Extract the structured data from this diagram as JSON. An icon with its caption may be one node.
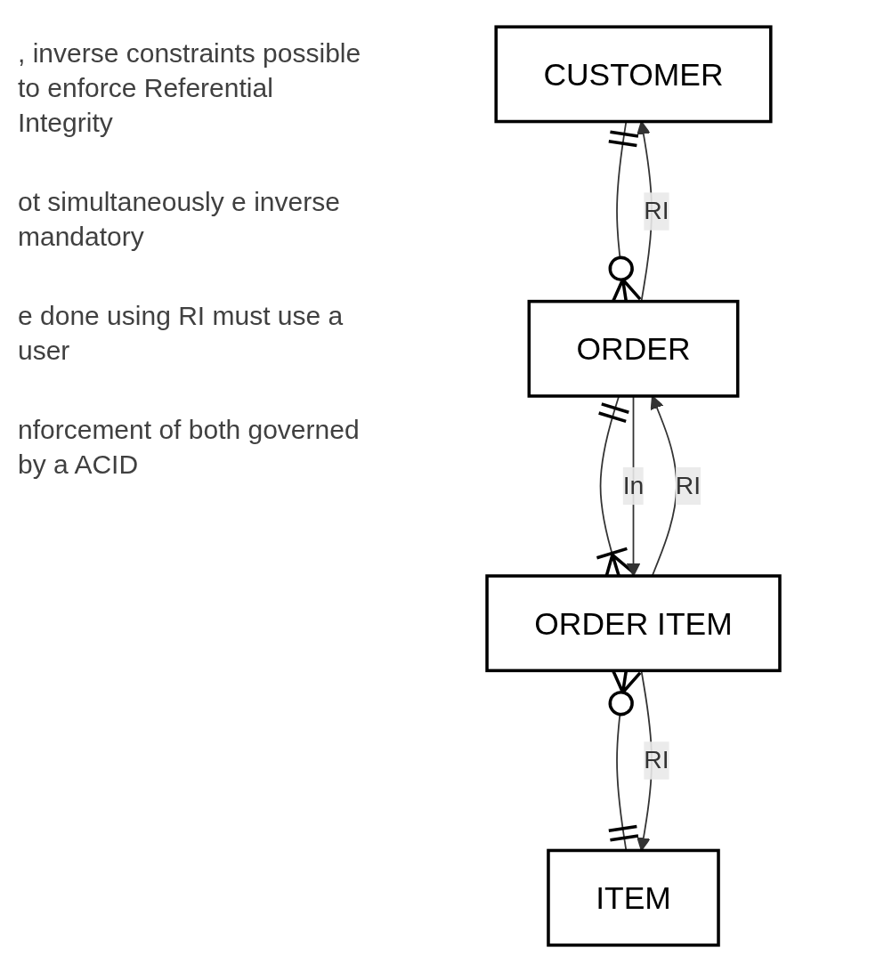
{
  "diagram": {
    "nodes": [
      {
        "text": [
          "CUSTOMER"
        ]
      },
      {
        "text": [
          "ORDER"
        ]
      },
      {
        "text": [
          "ORDER ITEM"
        ]
      },
      {
        "text": [
          "ITEM"
        ]
      }
    ],
    "edges": [
      {
        "from": 0,
        "to": 1,
        "arrow": "other"
      },
      {
        "from": 1,
        "to": 0,
        "arrow": "to",
        "label": "RI"
      },
      {
        "from": 1,
        "to": 2,
        "arrow": "other"
      },
      {
        "from": 2,
        "to": 1,
        "arrow": "to",
        "label": "RI"
      },
      {
        "from": 1,
        "to": 2,
        "arrow": "to",
        "label": "In"
      },
      {
        "from": 2,
        "to": 3,
        "arrow": "other"
      },
      {
        "from": 2,
        "to": 3,
        "arrow": "to",
        "label": "RI"
      }
    ],
    "labels": [
      ", inverse constraints possible to enforce Referential Integrity",
      "ot simultaneously e inverse mandatory",
      "e done using RI must use a user",
      "nforcement of both governed by a ACID"
    ]
  }
}
